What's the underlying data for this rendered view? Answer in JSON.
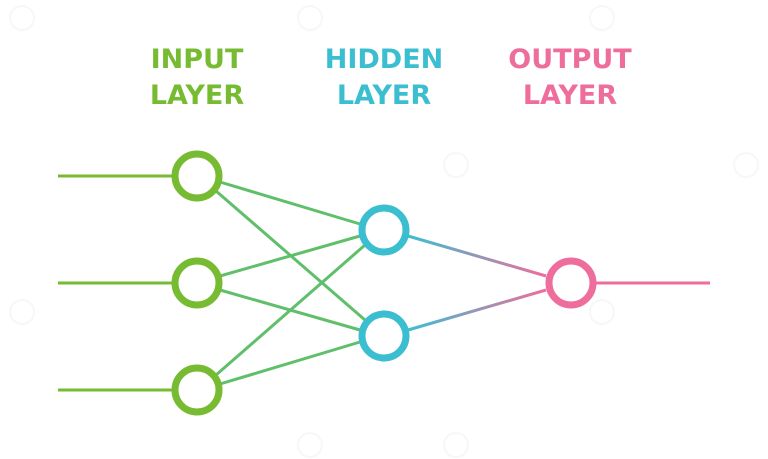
{
  "layers": [
    {
      "id": "input",
      "label_line1": "INPUT",
      "label_line2": "LAYER",
      "color": "#77bb33"
    },
    {
      "id": "hidden",
      "label_line1": "HIDDEN",
      "label_line2": "LAYER",
      "color": "#3bbfd0"
    },
    {
      "id": "output",
      "label_line1": "OUTPUT",
      "label_line2": "LAYER",
      "color": "#ef6d9c"
    }
  ],
  "colors": {
    "input": "#77bb33",
    "input_connection": "#5fbf6a",
    "hidden": "#3bbfd0",
    "output": "#ef6d9c",
    "watermark": "#888888",
    "background": "#ffffff"
  },
  "network": {
    "input_nodes": 3,
    "hidden_nodes": 2,
    "output_nodes": 1
  },
  "icons": {
    "watermark": "dreamstime-watermark-icon",
    "node": "circle-node-icon"
  }
}
